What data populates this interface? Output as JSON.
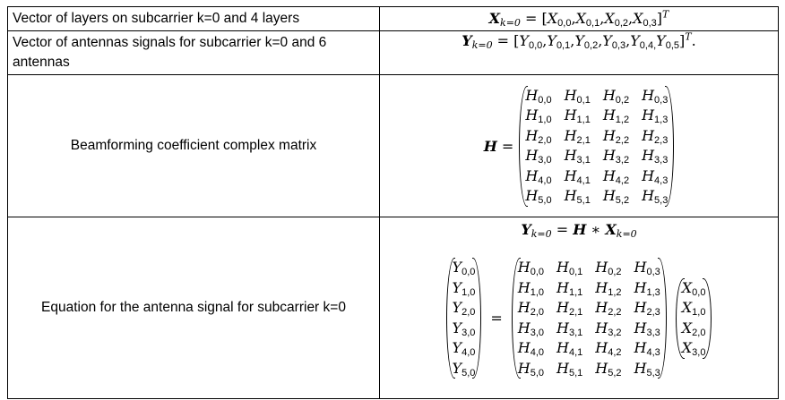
{
  "rows": [
    {
      "label": "Vector of layers on subcarrier k=0 and 4 layers"
    },
    {
      "label": "Vector of antennas signals for subcarrier k=0 and 6 antennas"
    },
    {
      "label": "Beamforming coefficient complex matrix"
    },
    {
      "label": "Equation for the antenna signal for subcarrier k=0"
    }
  ],
  "eq_x": [
    {
      "t": "X",
      "b": true,
      "sub": "k=0",
      "si": true
    },
    {
      "t": " = [",
      "up": true
    },
    {
      "t": "X",
      "sub": "0,0"
    },
    {
      "t": ",",
      "up": true
    },
    {
      "t": "X",
      "sub": "0,1"
    },
    {
      "t": ",",
      "up": true
    },
    {
      "t": "X",
      "sub": "0,2"
    },
    {
      "t": ",",
      "up": true
    },
    {
      "t": "X",
      "sub": "0,3"
    },
    {
      "t": "]",
      "up": true,
      "sup": "T"
    }
  ],
  "eq_y": [
    {
      "t": "Y",
      "b": true,
      "sub": "k=0",
      "si": true
    },
    {
      "t": " = [",
      "up": true
    },
    {
      "t": "Y",
      "sub": "0,0"
    },
    {
      "t": ",",
      "up": true
    },
    {
      "t": "Y",
      "sub": "0,1"
    },
    {
      "t": ",",
      "up": true
    },
    {
      "t": "Y",
      "sub": "0,2"
    },
    {
      "t": ",",
      "up": true
    },
    {
      "t": "Y",
      "sub": "0,3"
    },
    {
      "t": ",",
      "up": true
    },
    {
      "t": "Y",
      "sub": "0,4,"
    },
    {
      "t": "Y",
      "sub": "0,5"
    },
    {
      "t": "]",
      "up": true,
      "sup": "T"
    },
    {
      "t": ".",
      "up": true
    }
  ],
  "eq_h_lhs": [
    {
      "t": "H",
      "b": true
    },
    {
      "t": " =",
      "up": true
    }
  ],
  "eq_main": [
    {
      "t": "Y",
      "b": true,
      "sub": "k=0",
      "si": true
    },
    {
      "t": " = ",
      "up": true
    },
    {
      "t": "H",
      "b": true
    },
    {
      "t": " ∗ ",
      "up": true
    },
    {
      "t": "X",
      "b": true,
      "sub": "k=0",
      "si": true
    }
  ],
  "equals": "=",
  "matrix_h": [
    [
      "0,0",
      "0,1",
      "0,2",
      "0,3"
    ],
    [
      "1,0",
      "1,1",
      "1,2",
      "1,3"
    ],
    [
      "2,0",
      "2,1",
      "2,2",
      "2,3"
    ],
    [
      "3,0",
      "3,1",
      "3,2",
      "3,3"
    ],
    [
      "4,0",
      "4,1",
      "4,2",
      "4,3"
    ],
    [
      "5,0",
      "5,1",
      "5,2",
      "5,3"
    ]
  ],
  "h_symbol": "H",
  "vector_y": {
    "symbol": "Y",
    "subs": [
      "0,0",
      "1,0",
      "2,0",
      "3,0",
      "4,0",
      "5,0"
    ]
  },
  "vector_x": {
    "symbol": "X",
    "subs": [
      "0,0",
      "1,0",
      "2,0",
      "3,0"
    ]
  }
}
